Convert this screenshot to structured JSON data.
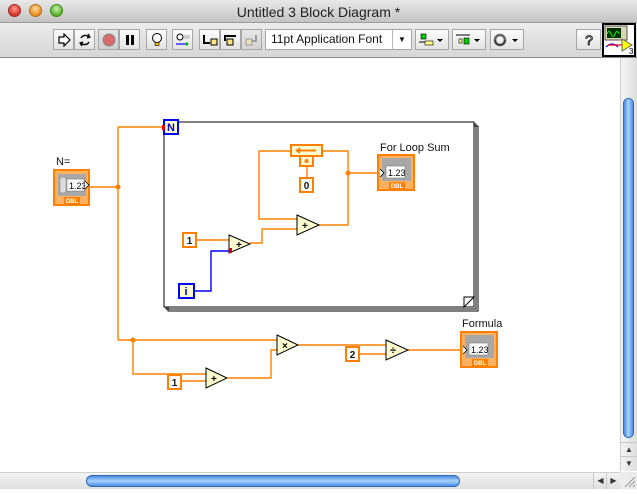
{
  "window": {
    "title": "Untitled 3 Block Diagram *"
  },
  "toolbar": {
    "buttons": [
      {
        "name": "run",
        "icon": "run-arrow-icon"
      },
      {
        "name": "run-continuously",
        "icon": "run-continuously-icon"
      },
      {
        "name": "abort",
        "icon": "abort-stop-icon"
      },
      {
        "name": "pause",
        "icon": "pause-icon"
      },
      {
        "name": "highlight-execution",
        "icon": "lightbulb-icon"
      },
      {
        "name": "retain-wire-values",
        "icon": "probe-icon"
      },
      {
        "name": "step-into",
        "icon": "step-into-icon"
      },
      {
        "name": "step-over",
        "icon": "step-over-icon"
      },
      {
        "name": "step-out",
        "icon": "step-out-icon"
      },
      {
        "name": "align-objects",
        "icon": "align-icon"
      },
      {
        "name": "distribute-objects",
        "icon": "distribute-icon"
      },
      {
        "name": "reorder",
        "icon": "reorder-icon"
      },
      {
        "name": "context-help",
        "icon": "help-question-icon"
      }
    ],
    "font_select": "11pt Application Font",
    "vi_icon_number": "3"
  },
  "diagram": {
    "controls": [
      {
        "label": "N=",
        "value": "1.23",
        "type": "DBL"
      }
    ],
    "indicators": [
      {
        "label": "For Loop Sum",
        "value": "1.23",
        "type": "DBL"
      },
      {
        "label": "Formula",
        "value": "1.23",
        "type": "DBL"
      }
    ],
    "for_loop": {
      "count_terminal": "N",
      "iteration_terminal": "i"
    },
    "constants": {
      "loop_add_one": "1",
      "shift_init": "0",
      "formula_add_one": "1",
      "divisor": "2"
    },
    "operators": {
      "add": "+",
      "multiply": "×",
      "divide": "÷"
    },
    "colors": {
      "numeric_wire": "#ff8000",
      "integer_wire": "#0000ff",
      "node_fill": "#fffbd0"
    }
  },
  "scrollbars": {
    "up_arrow": "▲",
    "down_arrow": "▼",
    "left_arrow": "◀",
    "right_arrow": "▶"
  }
}
